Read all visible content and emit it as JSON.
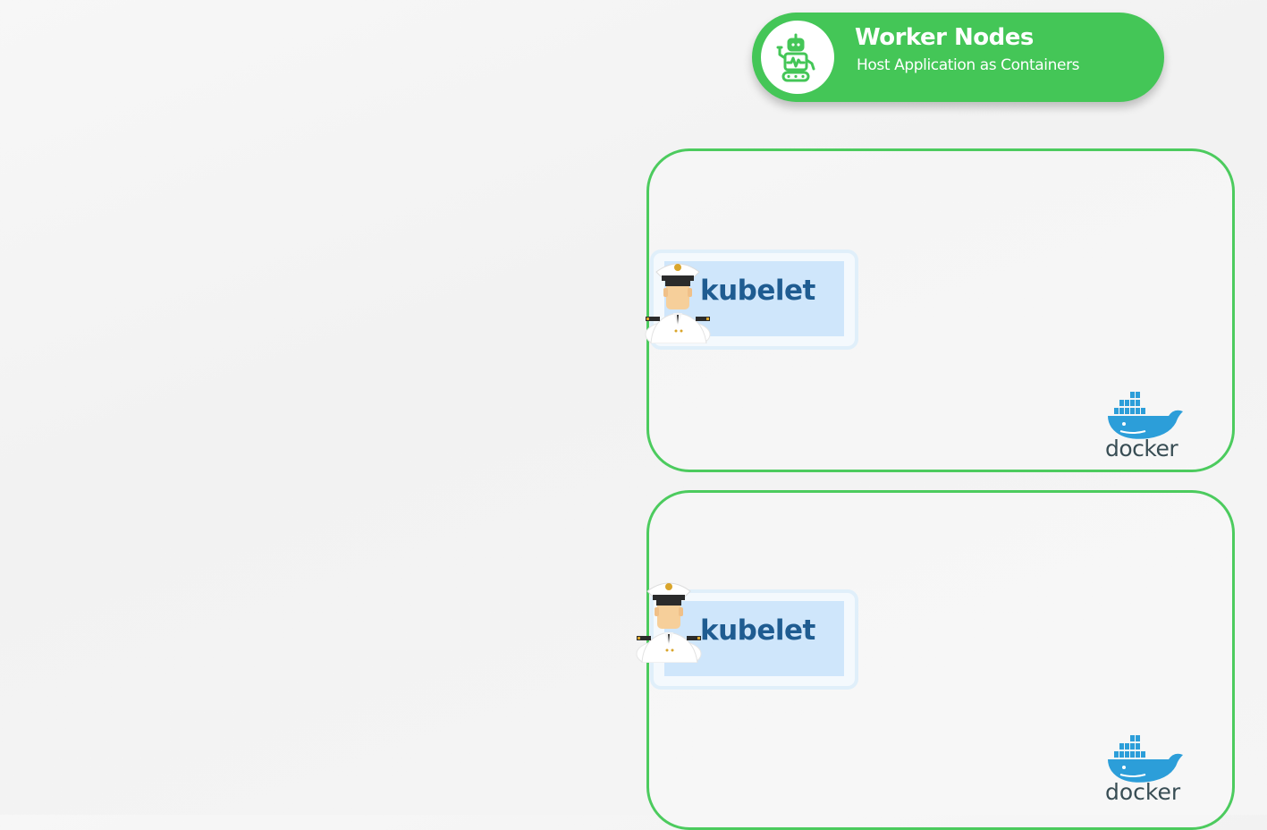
{
  "header": {
    "title": "Worker Nodes",
    "subtitle": "Host Application as Containers",
    "icon": "robot-icon",
    "accent_color": "#44c657"
  },
  "nodes": [
    {
      "kubelet_label": "kubelet",
      "agent_icon": "ship-captain-icon",
      "runtime_label": "docker",
      "runtime_icon": "docker-whale-icon"
    },
    {
      "kubelet_label": "kubelet",
      "agent_icon": "ship-captain-icon",
      "runtime_label": "docker",
      "runtime_icon": "docker-whale-icon"
    }
  ],
  "colors": {
    "node_border": "#4ccb5e",
    "kubelet_fill": "#cfe6fb",
    "kubelet_text": "#1f5c91",
    "docker_blue": "#2c9ed9"
  }
}
